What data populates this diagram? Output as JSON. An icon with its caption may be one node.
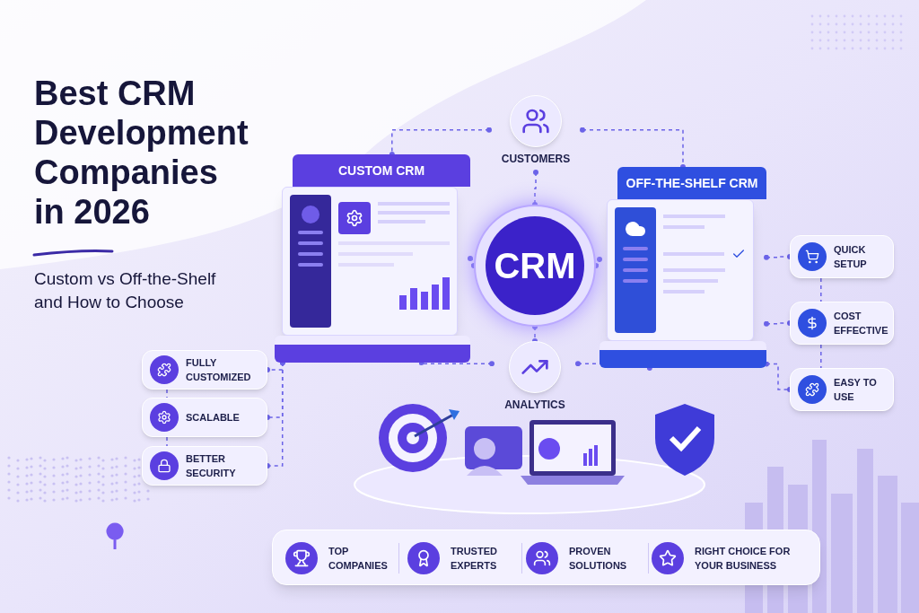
{
  "diagram": {
    "title": "Best CRM Development Companies in 2026",
    "nodes": [
      {
        "text": [
          "CUSTOMERS"
        ]
      },
      {
        "text": [
          "CRM"
        ]
      },
      {
        "text": [
          "ANALYTICS"
        ]
      },
      {
        "text": [
          "CUSTOM CRM"
        ]
      },
      {
        "text": [
          "OFF-THE-SHELF CRM"
        ]
      },
      {
        "text": [
          "FULLY CUSTOMIZED"
        ]
      },
      {
        "text": [
          "SCALABLE"
        ]
      },
      {
        "text": [
          "BETTER SECURITY"
        ]
      },
      {
        "text": [
          "QUICK SETUP"
        ]
      },
      {
        "text": [
          "COST EFFECTIVE"
        ]
      },
      {
        "text": [
          "EASY TO USE"
        ]
      },
      {
        "text": [],
        "shape": "box"
      },
      {
        "text": [
          "TOP COMPANIES"
        ],
        "in": 11
      },
      {
        "text": [
          "TRUSTED EXPERTS"
        ],
        "in": 11
      },
      {
        "text": [
          "PROVEN SOLUTIONS"
        ],
        "in": 11
      },
      {
        "text": [
          "RIGHT CHOICE FOR YOUR BUSINESS"
        ],
        "in": 11
      }
    ],
    "edges": [
      {
        "from": 0,
        "to": 3,
        "arrow": "other",
        "style": "dashed"
      },
      {
        "from": 0,
        "to": 4,
        "arrow": "other",
        "style": "dashed"
      },
      {
        "from": 0,
        "to": 1,
        "arrow": "other",
        "style": "dashed"
      },
      {
        "from": 1,
        "to": 3,
        "arrow": "other",
        "style": "dashed"
      },
      {
        "from": 1,
        "to": 4,
        "arrow": "other",
        "style": "dashed"
      },
      {
        "from": 1,
        "to": 2,
        "arrow": "other",
        "style": "dashed"
      },
      {
        "from": 2,
        "to": 3,
        "arrow": "other",
        "style": "dashed"
      },
      {
        "from": 2,
        "to": 4,
        "arrow": "other",
        "style": "dashed"
      },
      {
        "from": 3,
        "to": 5,
        "arrow": "other",
        "style": "dashed"
      },
      {
        "from": 3,
        "to": 6,
        "arrow": "other",
        "style": "dashed"
      },
      {
        "from": 3,
        "to": 7,
        "arrow": "other",
        "style": "dashed"
      },
      {
        "from": 4,
        "to": 8,
        "arrow": "other",
        "style": "dashed"
      },
      {
        "from": 4,
        "to": 9,
        "arrow": "other",
        "style": "dashed"
      },
      {
        "from": 4,
        "to": 10,
        "arrow": "other",
        "style": "dashed"
      },
      {
        "from": 5,
        "to": 6,
        "arrow": "none",
        "style": "dashed"
      },
      {
        "from": 6,
        "to": 7,
        "arrow": "none",
        "style": "dashed"
      },
      {
        "from": 8,
        "to": 9,
        "arrow": "none",
        "style": "dashed"
      },
      {
        "from": 9,
        "to": 10,
        "arrow": "none",
        "style": "dashed"
      }
    ],
    "labels": [
      "Custom vs Off-the-Shelf and How to Choose"
    ]
  }
}
